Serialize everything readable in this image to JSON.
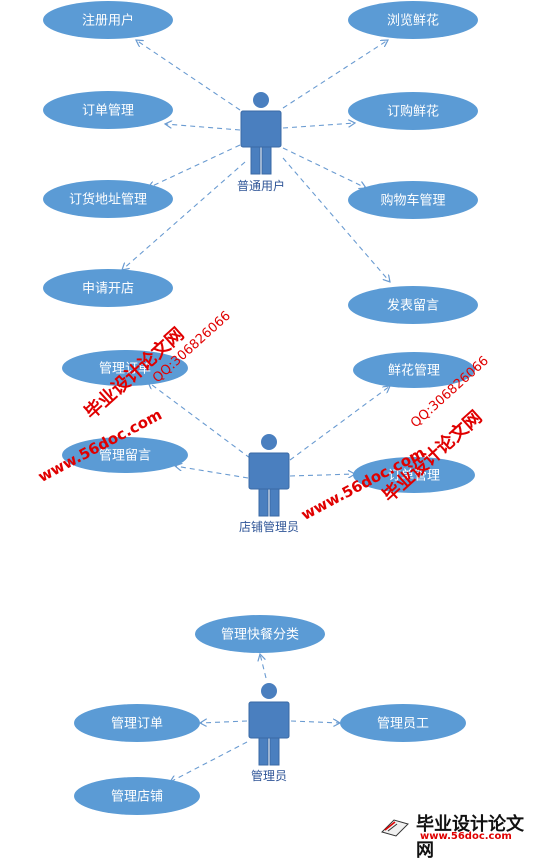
{
  "actors": [
    {
      "id": "user",
      "label": "普通用户"
    },
    {
      "id": "store",
      "label": "店铺管理员"
    },
    {
      "id": "admin",
      "label": "管理员"
    }
  ],
  "use_cases": [
    {
      "id": "u1",
      "label": "注册用户"
    },
    {
      "id": "u2",
      "label": "订单管理"
    },
    {
      "id": "u3",
      "label": "订货地址管理"
    },
    {
      "id": "u4",
      "label": "申请开店"
    },
    {
      "id": "u5",
      "label": "浏览鲜花"
    },
    {
      "id": "u6",
      "label": "订购鲜花"
    },
    {
      "id": "u7",
      "label": "购物车管理"
    },
    {
      "id": "u8",
      "label": "发表留言"
    },
    {
      "id": "s1",
      "label": "管理订单"
    },
    {
      "id": "s2",
      "label": "管理留言"
    },
    {
      "id": "s3",
      "label": "鲜花管理"
    },
    {
      "id": "s4",
      "label": "订单管理"
    },
    {
      "id": "a1",
      "label": "管理快餐分类"
    },
    {
      "id": "a2",
      "label": "管理订单"
    },
    {
      "id": "a3",
      "label": "管理员工"
    },
    {
      "id": "a4",
      "label": "管理店铺"
    }
  ],
  "watermarks": [
    {
      "text": "毕业设计论文网"
    },
    {
      "text": "QQ:306826066"
    },
    {
      "text": "www.56doc.com"
    },
    {
      "text": "QQ:306826066"
    },
    {
      "text": "毕业设计论文网"
    },
    {
      "text": "www.56doc.com"
    }
  ],
  "footer": {
    "title": "毕业设计论文网",
    "url": "www.56doc.com"
  },
  "colors": {
    "ellipse": "#5b9bd5",
    "actor": "#4a7fbf",
    "arrow": "#6a9bd1",
    "watermark": "#e00000"
  }
}
